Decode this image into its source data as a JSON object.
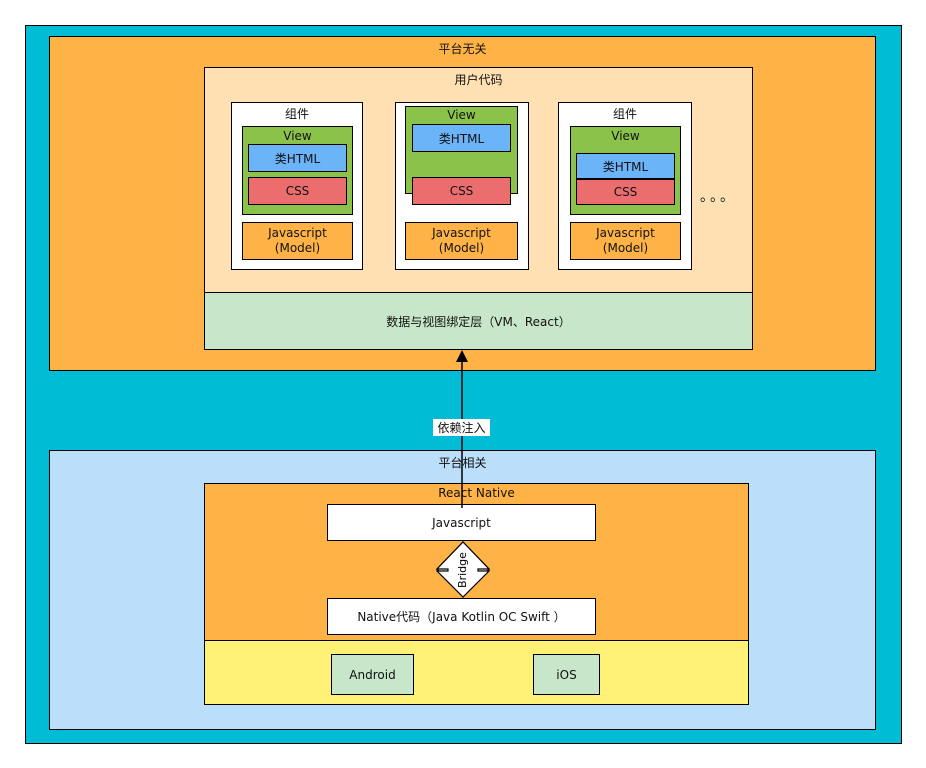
{
  "platform_independent": {
    "title": "平台无关",
    "user_code": {
      "title": "用户代码",
      "components": [
        {
          "title": "组件",
          "view": "View",
          "html": "类HTML",
          "css": "CSS",
          "js_line1": "Javascript",
          "js_line2": "(Model)"
        },
        {
          "title": "",
          "view": "View",
          "html": "类HTML",
          "css": "CSS",
          "js_line1": "Javascript",
          "js_line2": "(Model)"
        },
        {
          "title": "组件",
          "view": "View",
          "html": "类HTML",
          "css": "CSS",
          "js_line1": "Javascript",
          "js_line2": "(Model)"
        }
      ],
      "ellipsis": "。。。"
    },
    "binding_layer": "数据与视图绑定层（VM、React）"
  },
  "dependency_injection": "依赖注入",
  "platform_dependent": {
    "title": "平台相关",
    "react_native": {
      "title": "React Native",
      "javascript": "Javascript",
      "bridge": "Bridge",
      "native_code": "Native代码（Java Kotlin OC Swift ）"
    },
    "platforms": [
      "Android",
      "iOS"
    ]
  }
}
